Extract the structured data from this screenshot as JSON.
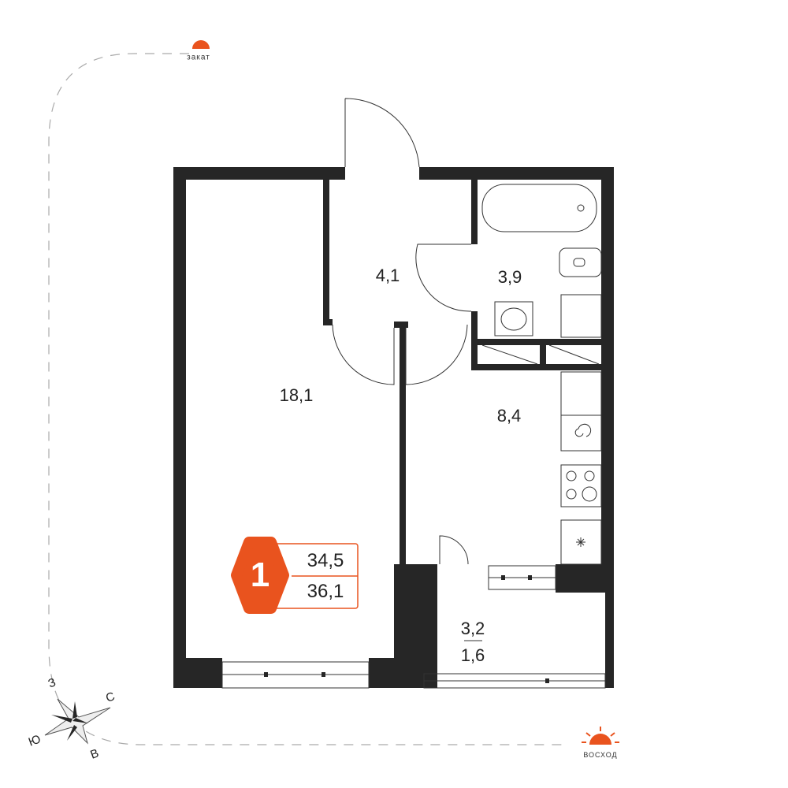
{
  "rooms": {
    "living": "18,1",
    "hall": "4,1",
    "bathroom": "3,9",
    "kitchen": "8,4",
    "balcony_total": "3,2",
    "balcony_reduced": "1,6"
  },
  "badge": {
    "rooms": "1",
    "living_area": "34,5",
    "total_area": "36,1"
  },
  "orientation": {
    "sunset": "закат",
    "sunrise": "восход",
    "north": "С",
    "south": "Ю",
    "west": "З",
    "east": "В"
  },
  "colors": {
    "wall": "#262626",
    "accent": "#E9531E"
  }
}
